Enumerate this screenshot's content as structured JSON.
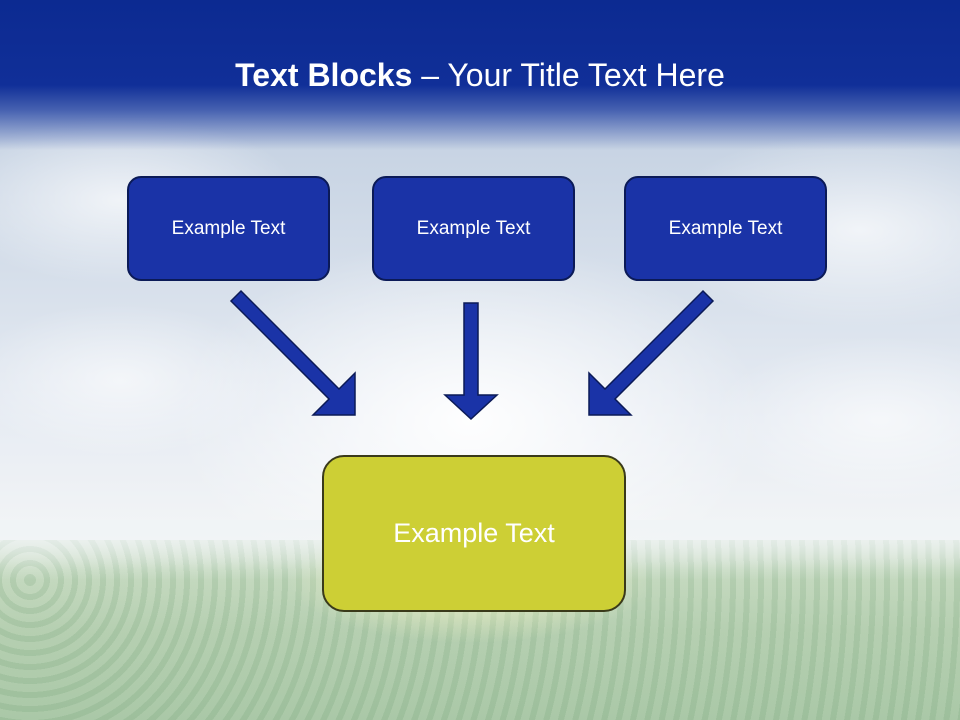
{
  "title": {
    "bold": "Text Blocks",
    "rest": " – Your Title Text Here"
  },
  "blocks": {
    "top": [
      "Example Text",
      "Example Text",
      "Example Text"
    ],
    "bottom": "Example Text"
  },
  "colors": {
    "header": "#0c2a91",
    "block_blue": "#1a33a7",
    "block_yellow": "#cdcf35",
    "arrow": "#1a33a7"
  }
}
